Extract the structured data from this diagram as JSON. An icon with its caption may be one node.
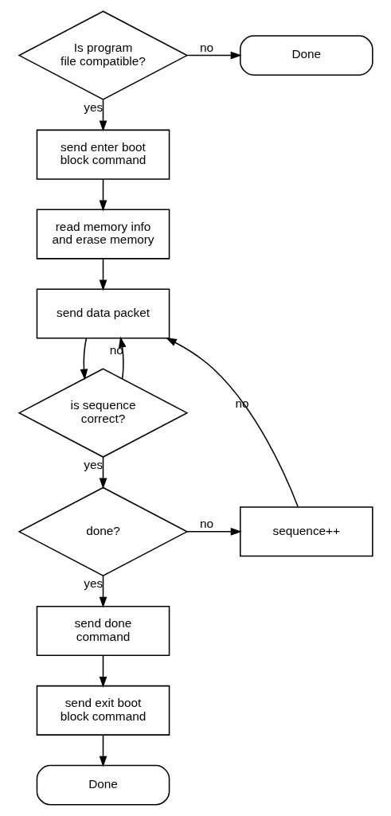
{
  "diagram": {
    "nodes": [
      {
        "text": [
          "Is program file compatible?"
        ]
      },
      {
        "text": [
          "Done"
        ]
      },
      {
        "text": [
          "send enter boot block command"
        ]
      },
      {
        "text": [
          "read memory info and erase memory"
        ]
      },
      {
        "text": [
          "send data packet"
        ]
      },
      {
        "text": [
          "is sequence correct?"
        ]
      },
      {
        "text": [
          "sequence++"
        ]
      },
      {
        "text": [
          "done?"
        ]
      },
      {
        "text": [
          "send done command"
        ]
      },
      {
        "text": [
          "send exit boot block command"
        ]
      },
      {
        "text": [
          "Done"
        ]
      }
    ],
    "edges": [
      {
        "from": 0,
        "to": 1,
        "arrow": "to",
        "label": "no"
      },
      {
        "from": 0,
        "to": 2,
        "arrow": "to",
        "label": "yes"
      },
      {
        "from": 2,
        "to": 3,
        "arrow": "to"
      },
      {
        "from": 3,
        "to": 4,
        "arrow": "to"
      },
      {
        "from": 4,
        "to": 5,
        "arrow": "to"
      },
      {
        "from": 5,
        "to": 4,
        "arrow": "to",
        "label": "no"
      },
      {
        "from": 6,
        "to": 4,
        "arrow": "to",
        "label": "no"
      },
      {
        "from": 5,
        "to": 7,
        "arrow": "to",
        "label": "yes"
      },
      {
        "from": 7,
        "to": 6,
        "arrow": "to",
        "label": "no"
      },
      {
        "from": 7,
        "to": 8,
        "arrow": "to",
        "label": "yes"
      },
      {
        "from": 8,
        "to": 9,
        "arrow": "to"
      },
      {
        "from": 9,
        "to": 10,
        "arrow": "to"
      }
    ]
  }
}
